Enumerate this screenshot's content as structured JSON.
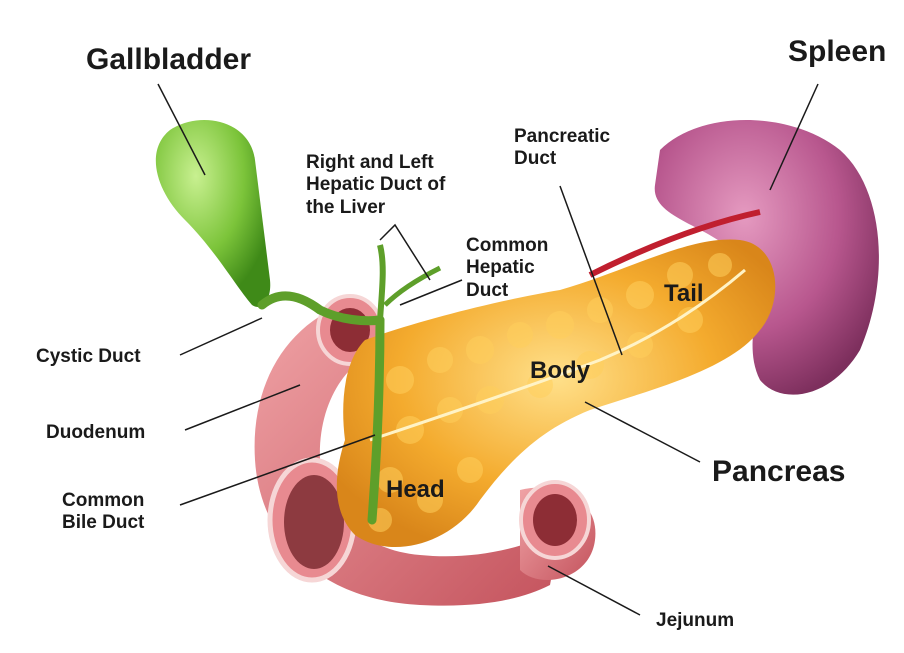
{
  "labels": {
    "gallbladder": "Gallbladder",
    "spleen": "Spleen",
    "pancreatic_duct": "Pancreatic\nDuct",
    "hepatic_duct": "Right and Left\nHepatic Duct of\nthe Liver",
    "common_hepatic": "Common\nHepatic\nDuct",
    "tail": "Tail",
    "body": "Body",
    "cystic_duct": "Cystic Duct",
    "duodenum": "Duodenum",
    "common_bile_duct": "Common\nBile Duct",
    "head": "Head",
    "pancreas": "Pancreas",
    "jejunum": "Jejunum"
  },
  "colors": {
    "pancreas": "#f2a82c",
    "pancreas_light": "#ffd76a",
    "spleen": "#b8578e",
    "gallbladder": "#7cc43a",
    "duodenum": "#d9727a",
    "duct": "#5e9f2a"
  }
}
